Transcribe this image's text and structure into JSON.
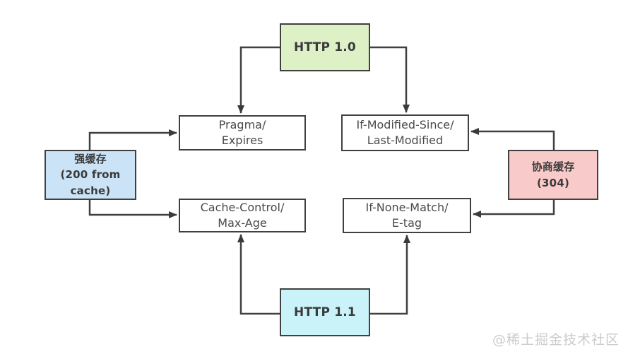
{
  "diagram": {
    "nodes": {
      "http10": {
        "label": "HTTP 1.0",
        "fill": "#def1c6"
      },
      "http11": {
        "label": "HTTP 1.1",
        "fill": "#c9f2f9"
      },
      "strong_cache": {
        "label": "强缓存\n(200 from\ncache)",
        "fill": "#cbe3f7"
      },
      "negotiate_cache": {
        "label": "协商缓存\n(304)",
        "fill": "#f9caca"
      },
      "pragma": {
        "label": "Pragma/\nExpires",
        "fill": "#ffffff"
      },
      "if_modified": {
        "label": "If-Modified-Since/\nLast-Modified",
        "fill": "#ffffff"
      },
      "cache_control": {
        "label": "Cache-Control/\nMax-Age",
        "fill": "#ffffff"
      },
      "if_none_match": {
        "label": "If-None-Match/\nE-tag",
        "fill": "#ffffff"
      }
    },
    "edges": [
      {
        "from": "http10",
        "to": "pragma"
      },
      {
        "from": "http10",
        "to": "if_modified"
      },
      {
        "from": "strong_cache",
        "to": "pragma"
      },
      {
        "from": "strong_cache",
        "to": "cache_control"
      },
      {
        "from": "negotiate_cache",
        "to": "if_modified"
      },
      {
        "from": "negotiate_cache",
        "to": "if_none_match"
      },
      {
        "from": "http11",
        "to": "cache_control"
      },
      {
        "from": "http11",
        "to": "if_none_match"
      }
    ],
    "colors": {
      "border": "#404040",
      "line": "#404040",
      "arrowhead": "#3a3a3a",
      "text": "#3a3a3a",
      "background": "#ffffff",
      "watermark_text": "#cbcbcb"
    },
    "watermark": "@稀土掘金技术社区"
  }
}
